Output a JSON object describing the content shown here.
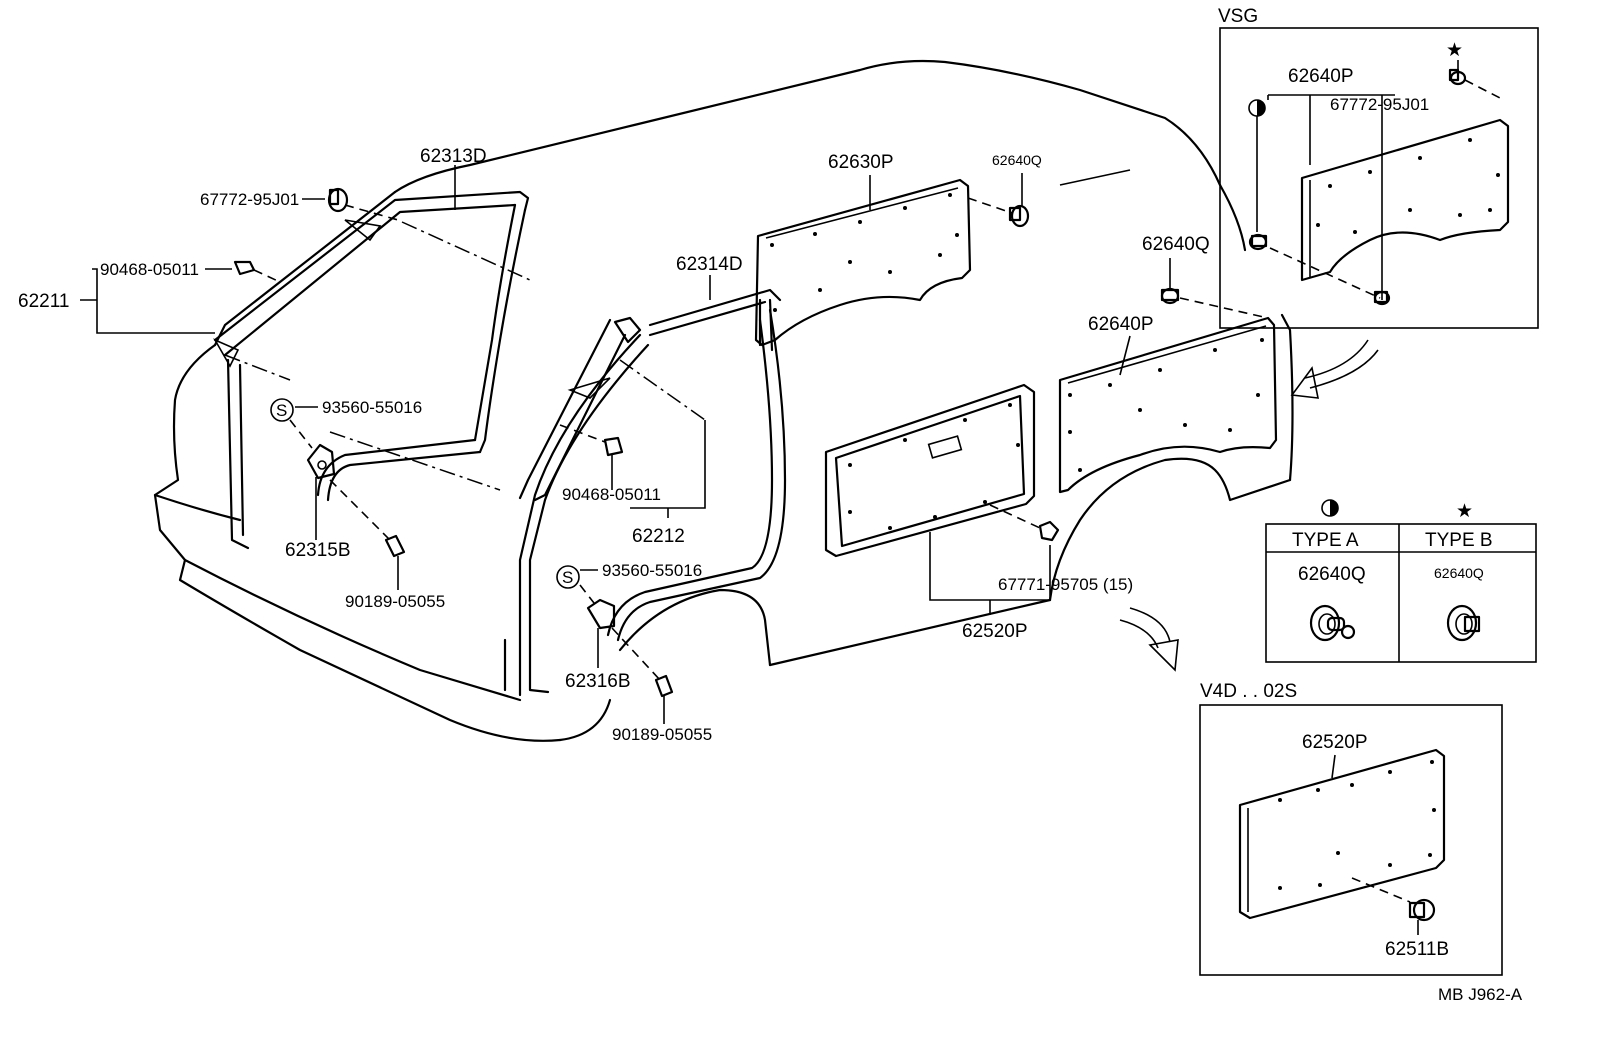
{
  "labels": {
    "p62313D": "62313D",
    "p67772_a": "67772-95J01",
    "p90468_a": "90468-05011",
    "p62211": "62211",
    "p93560_a": "93560-55016",
    "p62315B": "62315B",
    "p90189_a": "90189-05055",
    "p62314D": "62314D",
    "p90468_b": "90468-05011",
    "p62212": "62212",
    "p93560_b": "93560-55016",
    "p62316B": "62316B",
    "p90189_b": "90189-05055",
    "p62630P": "62630P",
    "p62640Q_small": "62640Q",
    "p62640Q_mid": "62640Q",
    "p62640P": "62640P",
    "p67771": "67771-95705 (15)",
    "p62520P": "62520P"
  },
  "s_symbol": "S",
  "vsg_box": {
    "title": "VSG",
    "p62640P": "62640P",
    "p67772": "67772-95J01",
    "star": "★"
  },
  "type_table": {
    "type_a_symbol": "◐",
    "type_b_symbol": "★",
    "type_a_header": "TYPE  A",
    "type_b_header": "TYPE  B",
    "type_a_part": "62640Q",
    "type_b_part": "62640Q"
  },
  "v4d_box": {
    "title": "V4D . . 02S",
    "p62520P": "62520P",
    "p62511B": "62511B"
  },
  "footer": "MB  J962-A"
}
